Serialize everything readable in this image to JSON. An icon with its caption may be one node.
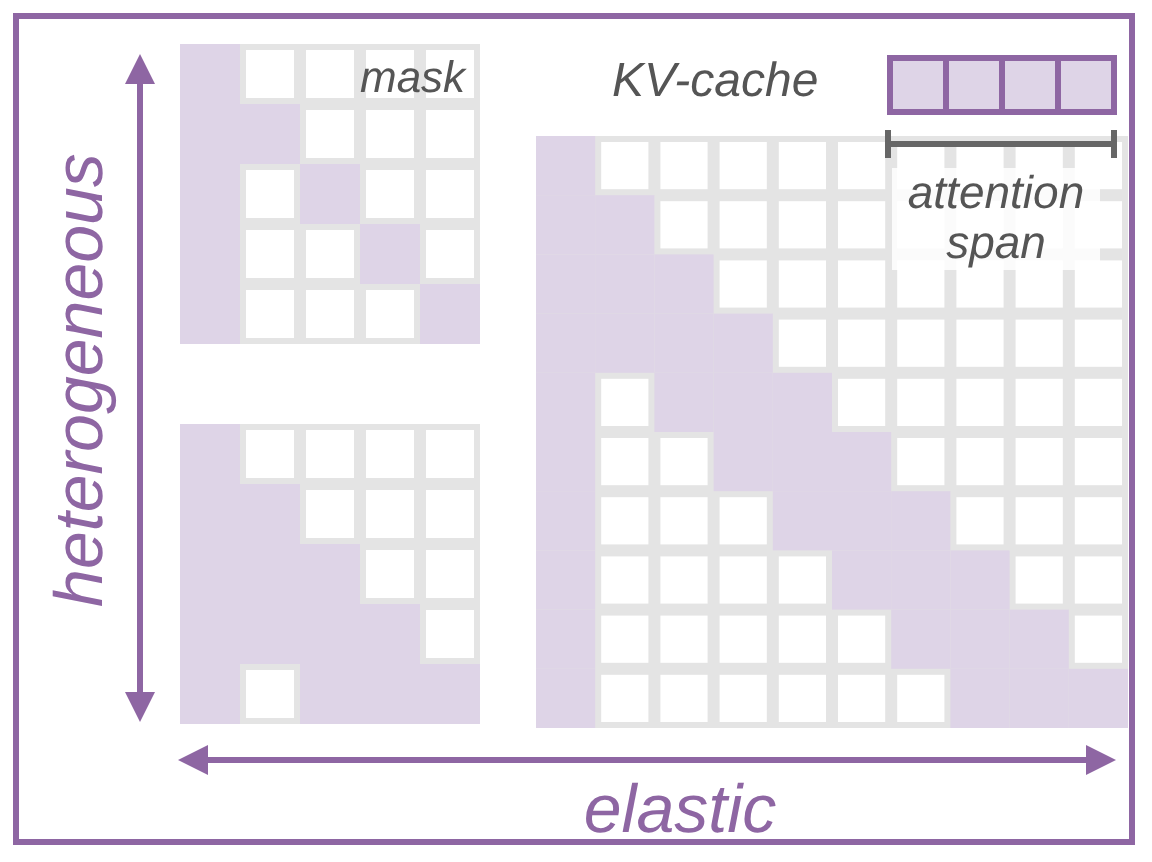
{
  "diagram": {
    "labels": [
      "mask",
      "KV-cache",
      "attention span",
      "heterogeneous",
      "elastic"
    ]
  }
}
